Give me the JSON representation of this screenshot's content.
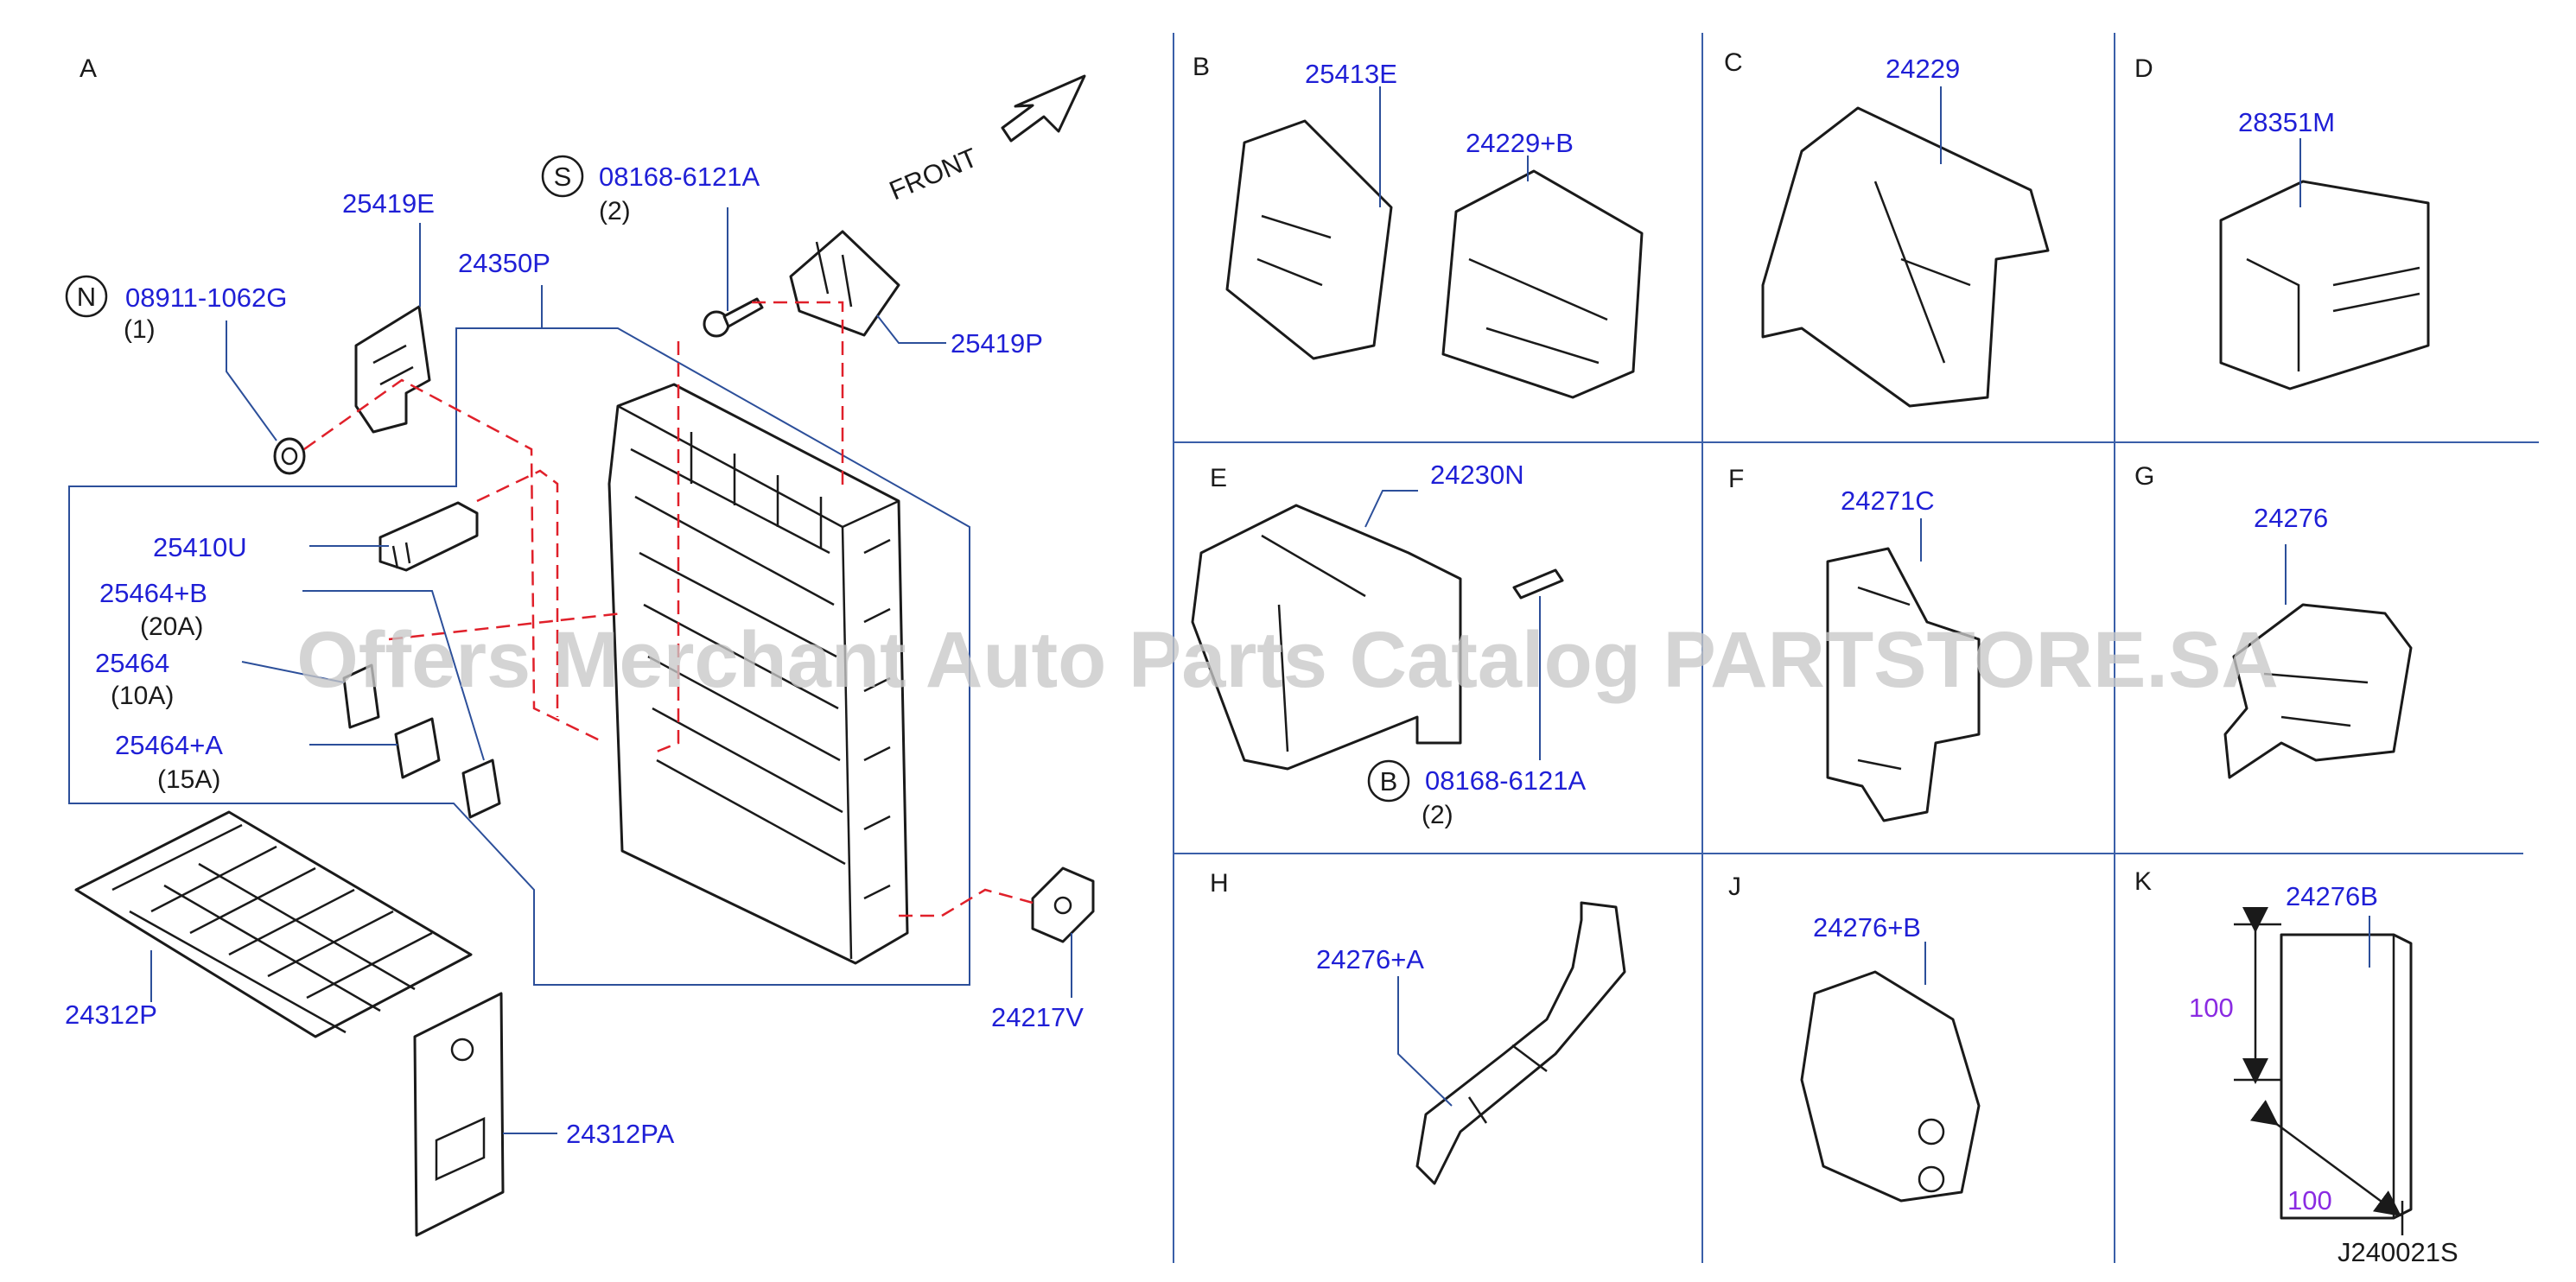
{
  "watermark": "Offers Merchant Auto Parts Catalog PARTSTORE.SA",
  "drawing_ref": "J240021S",
  "front_label": "FRONT",
  "colors": {
    "part_number": "#1f1fd6",
    "dimension": "#8a2be2",
    "dash": "#e0202a",
    "grid": "#3a5fa8"
  },
  "sections": {
    "A": {
      "label": "A",
      "callouts": [
        {
          "id": "n_badge",
          "text": "N"
        },
        {
          "id": "n_part",
          "text": "08911-1062G"
        },
        {
          "id": "n_qty",
          "text": "(1)"
        },
        {
          "id": "s_badge",
          "text": "S"
        },
        {
          "id": "s_part",
          "text": "08168-6121A"
        },
        {
          "id": "s_qty",
          "text": "(2)"
        },
        {
          "id": "p25419E",
          "text": "25419E"
        },
        {
          "id": "p24350P",
          "text": "24350P"
        },
        {
          "id": "p25419P",
          "text": "25419P"
        },
        {
          "id": "p25410U",
          "text": "25410U"
        },
        {
          "id": "p25464B",
          "text": "25464+B"
        },
        {
          "id": "q25464B",
          "text": "(20A)"
        },
        {
          "id": "p25464",
          "text": "25464"
        },
        {
          "id": "q25464",
          "text": "(10A)"
        },
        {
          "id": "p25464A",
          "text": "25464+A"
        },
        {
          "id": "q25464A",
          "text": "(15A)"
        },
        {
          "id": "p24312P",
          "text": "24312P"
        },
        {
          "id": "p24312PA",
          "text": "24312PA"
        },
        {
          "id": "p24217V",
          "text": "24217V"
        }
      ]
    },
    "B": {
      "label": "B",
      "parts": [
        "25413E",
        "24229+B"
      ]
    },
    "C": {
      "label": "C",
      "parts": [
        "24229"
      ]
    },
    "D": {
      "label": "D",
      "parts": [
        "28351M"
      ]
    },
    "E": {
      "label": "E",
      "parts": [
        "24230N"
      ],
      "badge": "B",
      "bolt": "08168-6121A",
      "qty": "(2)"
    },
    "F": {
      "label": "F",
      "parts": [
        "24271C"
      ]
    },
    "G": {
      "label": "G",
      "parts": [
        "24276"
      ]
    },
    "H": {
      "label": "H",
      "parts": [
        "24276+A"
      ]
    },
    "J": {
      "label": "J",
      "parts": [
        "24276+B"
      ]
    },
    "K": {
      "label": "K",
      "parts": [
        "24276B"
      ],
      "dims": [
        "100",
        "100"
      ]
    }
  }
}
